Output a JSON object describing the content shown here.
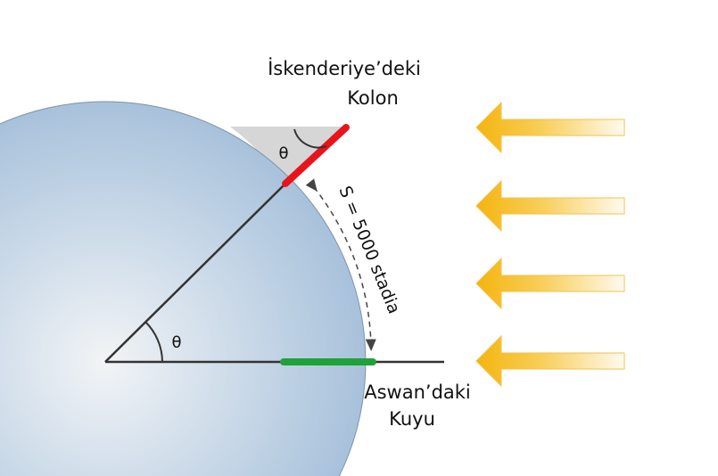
{
  "labels": {
    "column_line1": "İskenderiye’deki",
    "column_line2": "Kolon",
    "well_line1": "Aswan’daki",
    "well_line2": "Kuyu",
    "arc_distance": "S = 5000 stadia",
    "theta_top": "θ",
    "theta_center": "θ"
  },
  "colors": {
    "earth": "#a9c3dc",
    "column": "#e8141b",
    "well": "#1fa23a",
    "sun_arrow": "#f6b81a",
    "shadow": "#d6d6d6"
  }
}
